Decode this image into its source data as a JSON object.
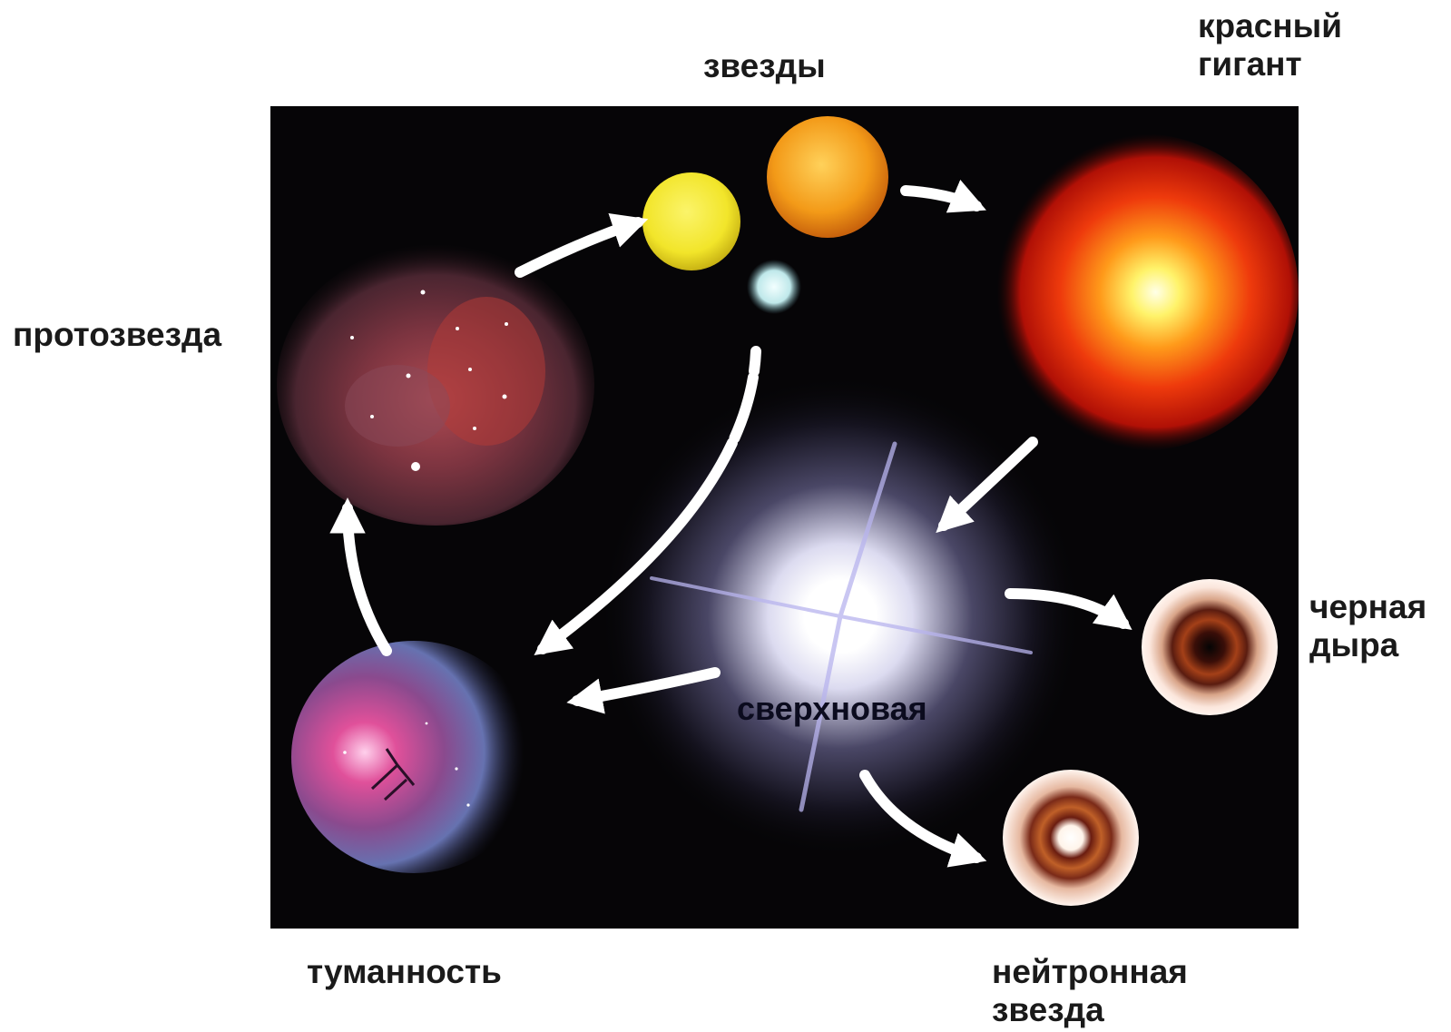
{
  "labels": {
    "stars": "звезды",
    "red_giant": "красный\nгигант",
    "protostar": "протозвезда",
    "black_hole": "черная\nдыра",
    "nebula": "туманность",
    "neutron_star": "нейтронная\nзвезда",
    "supernova": "сверхновая"
  },
  "colors": {
    "background": "#ffffff",
    "space": "#060507",
    "yellow_star": "#f2e52a",
    "orange_star": "#f39a18",
    "red_giant": "#e0220c",
    "white_dwarf": "#cfeeee",
    "supernova_core": "#ffffff",
    "protostar_cloud": "#8e3a48",
    "nebula_pink": "#e0509a",
    "nebula_blue": "#7a86c8",
    "arrows": "#ffffff"
  }
}
